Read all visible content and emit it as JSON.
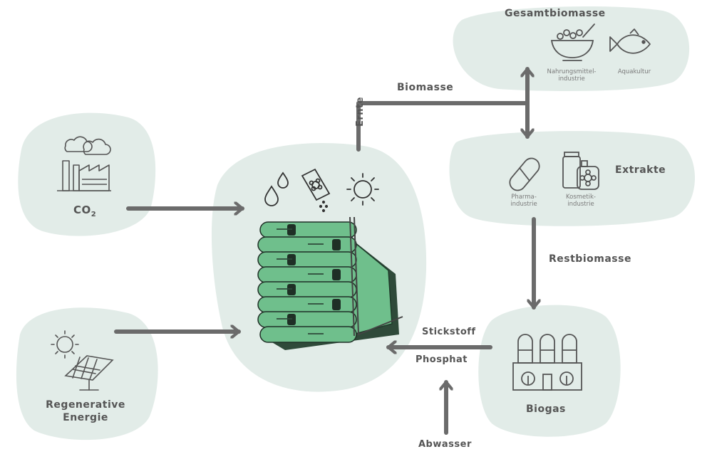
{
  "co2": {
    "main": "CO",
    "sub": "2"
  },
  "energy": {
    "line1": "Regenerative",
    "line2": "Energie"
  },
  "gesamt": {
    "title": "Gesamtbiomasse",
    "food_line1": "Nahrungsmittel-",
    "food_line2": "industrie",
    "aqua": "Aquakultur"
  },
  "extrakte": {
    "title": "Extrakte",
    "pharma_line1": "Pharma-",
    "pharma_line2": "industrie",
    "cosm_line1": "Kosmetik-",
    "cosm_line2": "industrie"
  },
  "biogas": {
    "title": "Biogas"
  },
  "arrows": {
    "biomasse": "Biomasse",
    "ernte": "Ernte",
    "restbiomasse": "Restbiomasse",
    "stickstoff": "Stickstoff",
    "phosphat": "Phosphat",
    "abwasser": "Abwasser"
  },
  "colors": {
    "blob": "#e2ece8",
    "arrow": "#6b6b6b",
    "icon": "#555555",
    "algae": "#6fbf8c"
  }
}
